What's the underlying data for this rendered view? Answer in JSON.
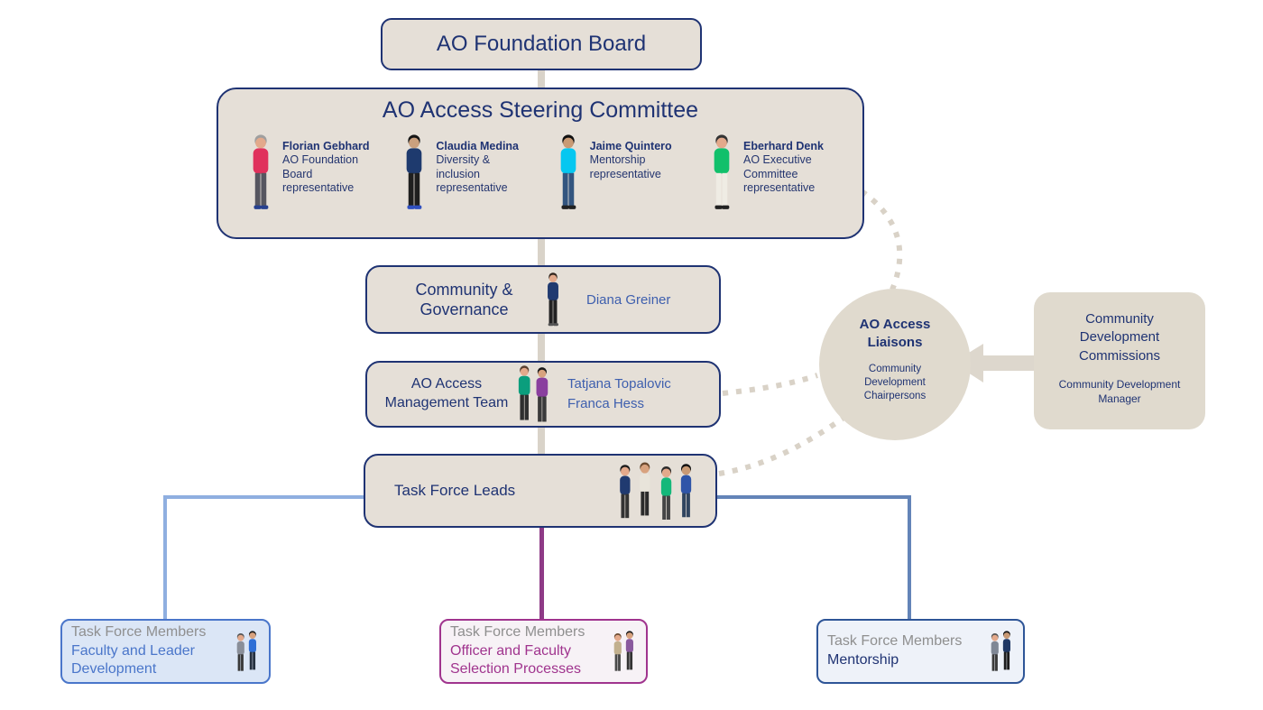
{
  "board": {
    "title": "AO Foundation Board"
  },
  "steering": {
    "title": "AO Access Steering Committee",
    "members": [
      {
        "name": "Florian Gebhard",
        "role": "AO Foundation Board representative"
      },
      {
        "name": "Claudia Medina",
        "role": "Diversity & inclusion representative"
      },
      {
        "name": "Jaime Quintero",
        "role": "Mentorship representative"
      },
      {
        "name": "Eberhard Denk",
        "role": "AO Executive Committee representative"
      }
    ]
  },
  "governance": {
    "title": "Community & Governance",
    "person": "Diana Greiner"
  },
  "management": {
    "title": "AO Access Management Team",
    "people": [
      "Tatjana Topalovic",
      "Franca Hess"
    ]
  },
  "leads": {
    "title": "Task Force Leads"
  },
  "liaisons": {
    "title": "AO Access Liaisons",
    "subtitle": "Community Development Chairpersons"
  },
  "commissions": {
    "title": "Community Development Commissions",
    "subtitle": "Community Development Manager"
  },
  "task_forces": [
    {
      "label": "Task Force Members",
      "name": "Faculty and Leader Development"
    },
    {
      "label": "Task Force Members",
      "name": "Officer and Faculty Selection Processes"
    },
    {
      "label": "Task Force Members",
      "name": "Mentorship"
    }
  ],
  "colors": {
    "navy": "#1f3373",
    "box_fill": "#e5dfd7",
    "beige_shape": "#e0dace",
    "blue_text": "#3e5fae",
    "gray_text": "#8f8f8f",
    "purple_line": "#8e3a86",
    "light_blue_line": "#8fafe0",
    "steel_blue_line": "#6384b8",
    "connector_gray": "#d9d3c9",
    "tf_blue": "#4a76ca",
    "tf_purple": "#a0348e",
    "tf_navy_border": "#2e5597"
  }
}
